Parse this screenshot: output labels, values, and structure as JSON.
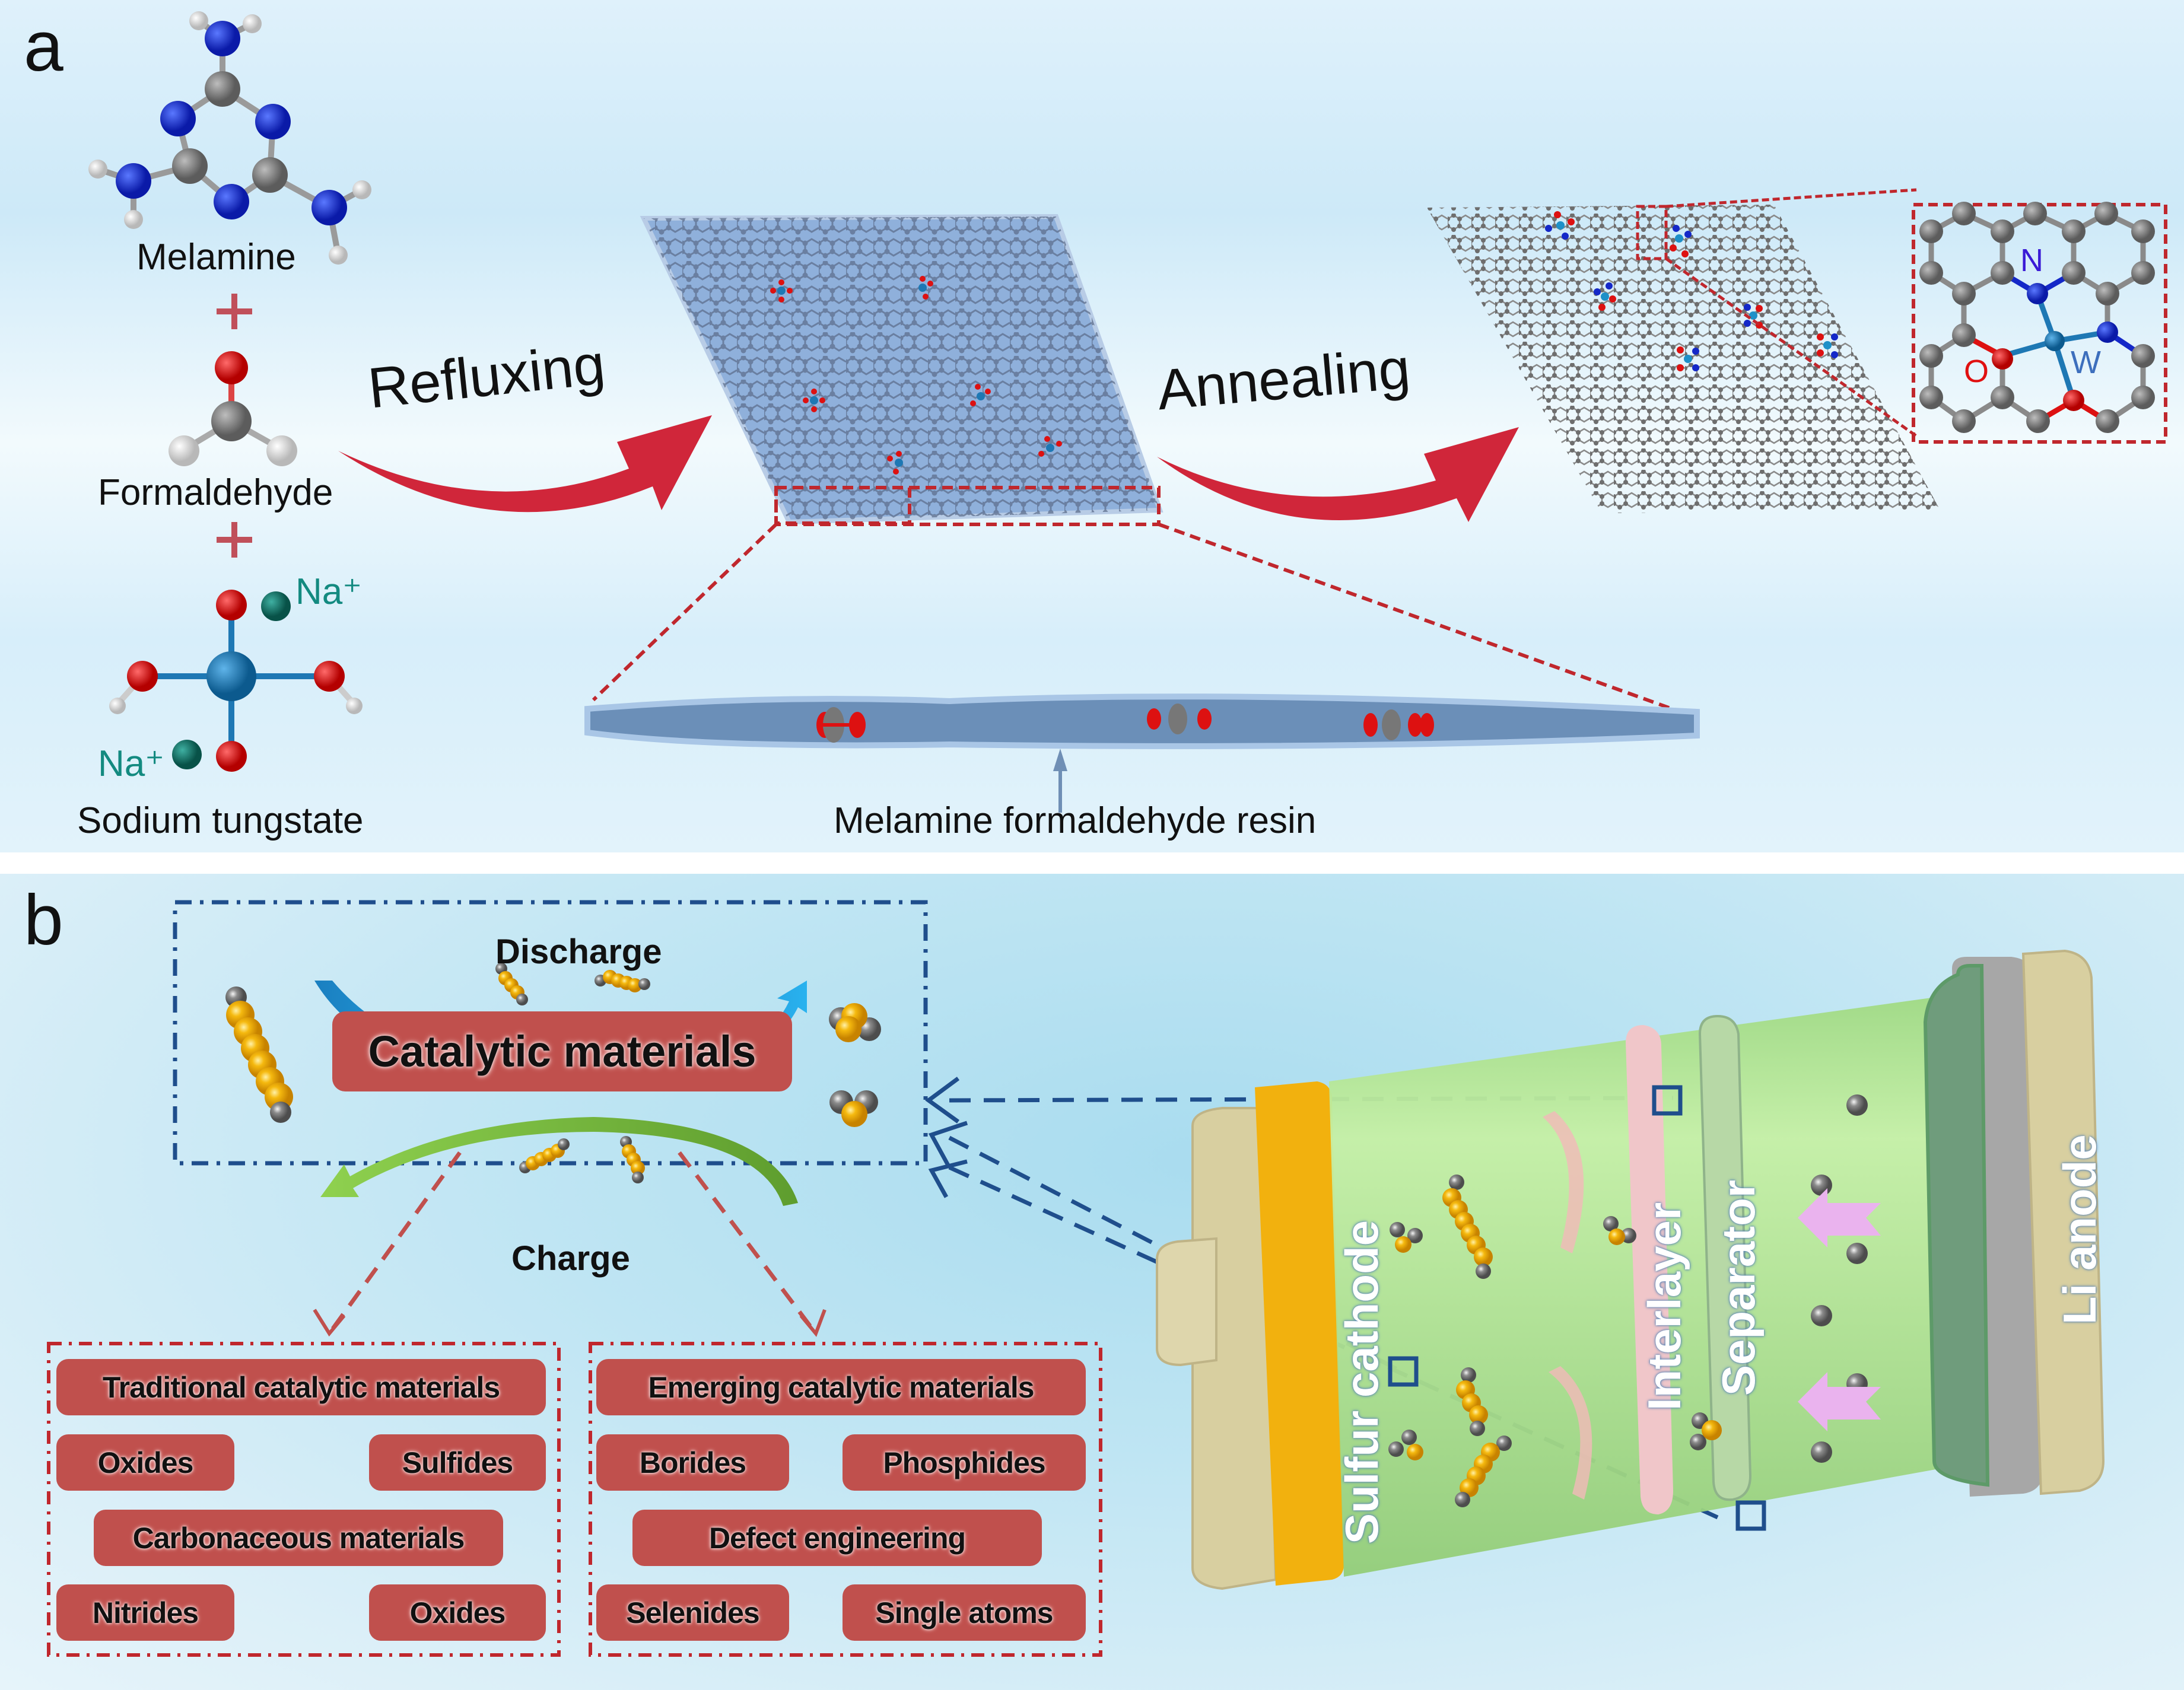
{
  "figure": {
    "panel_a": {
      "letter": "a",
      "reactants": [
        {
          "name": "Melamine"
        },
        {
          "name": "Formaldehyde"
        },
        {
          "name": "Sodium tungstate",
          "ions": [
            "Na⁺",
            "Na⁺"
          ]
        }
      ],
      "plus_symbol": "+",
      "steps": [
        "Refluxing",
        "Annealing"
      ],
      "intermediate_label": "Melamine formaldehyde resin",
      "inset_atoms": {
        "n": "N",
        "o": "O",
        "w": "W"
      }
    },
    "panel_b": {
      "letter": "b",
      "cycle": {
        "top_label": "Discharge",
        "bottom_label": "Charge",
        "center_label": "Catalytic materials"
      },
      "traditional": {
        "header": "Traditional catalytic materials",
        "items": [
          "Oxides",
          "Sulfides",
          "Carbonaceous materials",
          "Nitrides",
          "Oxides"
        ]
      },
      "emerging": {
        "header": "Emerging catalytic materials",
        "items": [
          "Borides",
          "Phosphides",
          "Defect engineering",
          "Selenides",
          "Single atoms"
        ]
      },
      "battery_labels": {
        "cathode": "Sulfur cathode",
        "interlayer": "Interlayer",
        "separator": "Separator",
        "anode": "Li anode"
      }
    },
    "colors": {
      "arrow_red": "#d0263a",
      "box_red": "#c0504d",
      "dash_navy": "#1f4e8c",
      "carbon": "#7a7a7a",
      "nitrogen": "#1428c8",
      "oxygen": "#e01010",
      "tungsten": "#1e78b4",
      "sodium": "#0f7a6e",
      "sulfur": "#f2b10e",
      "electrolyte_green": "#a6d98a"
    }
  }
}
